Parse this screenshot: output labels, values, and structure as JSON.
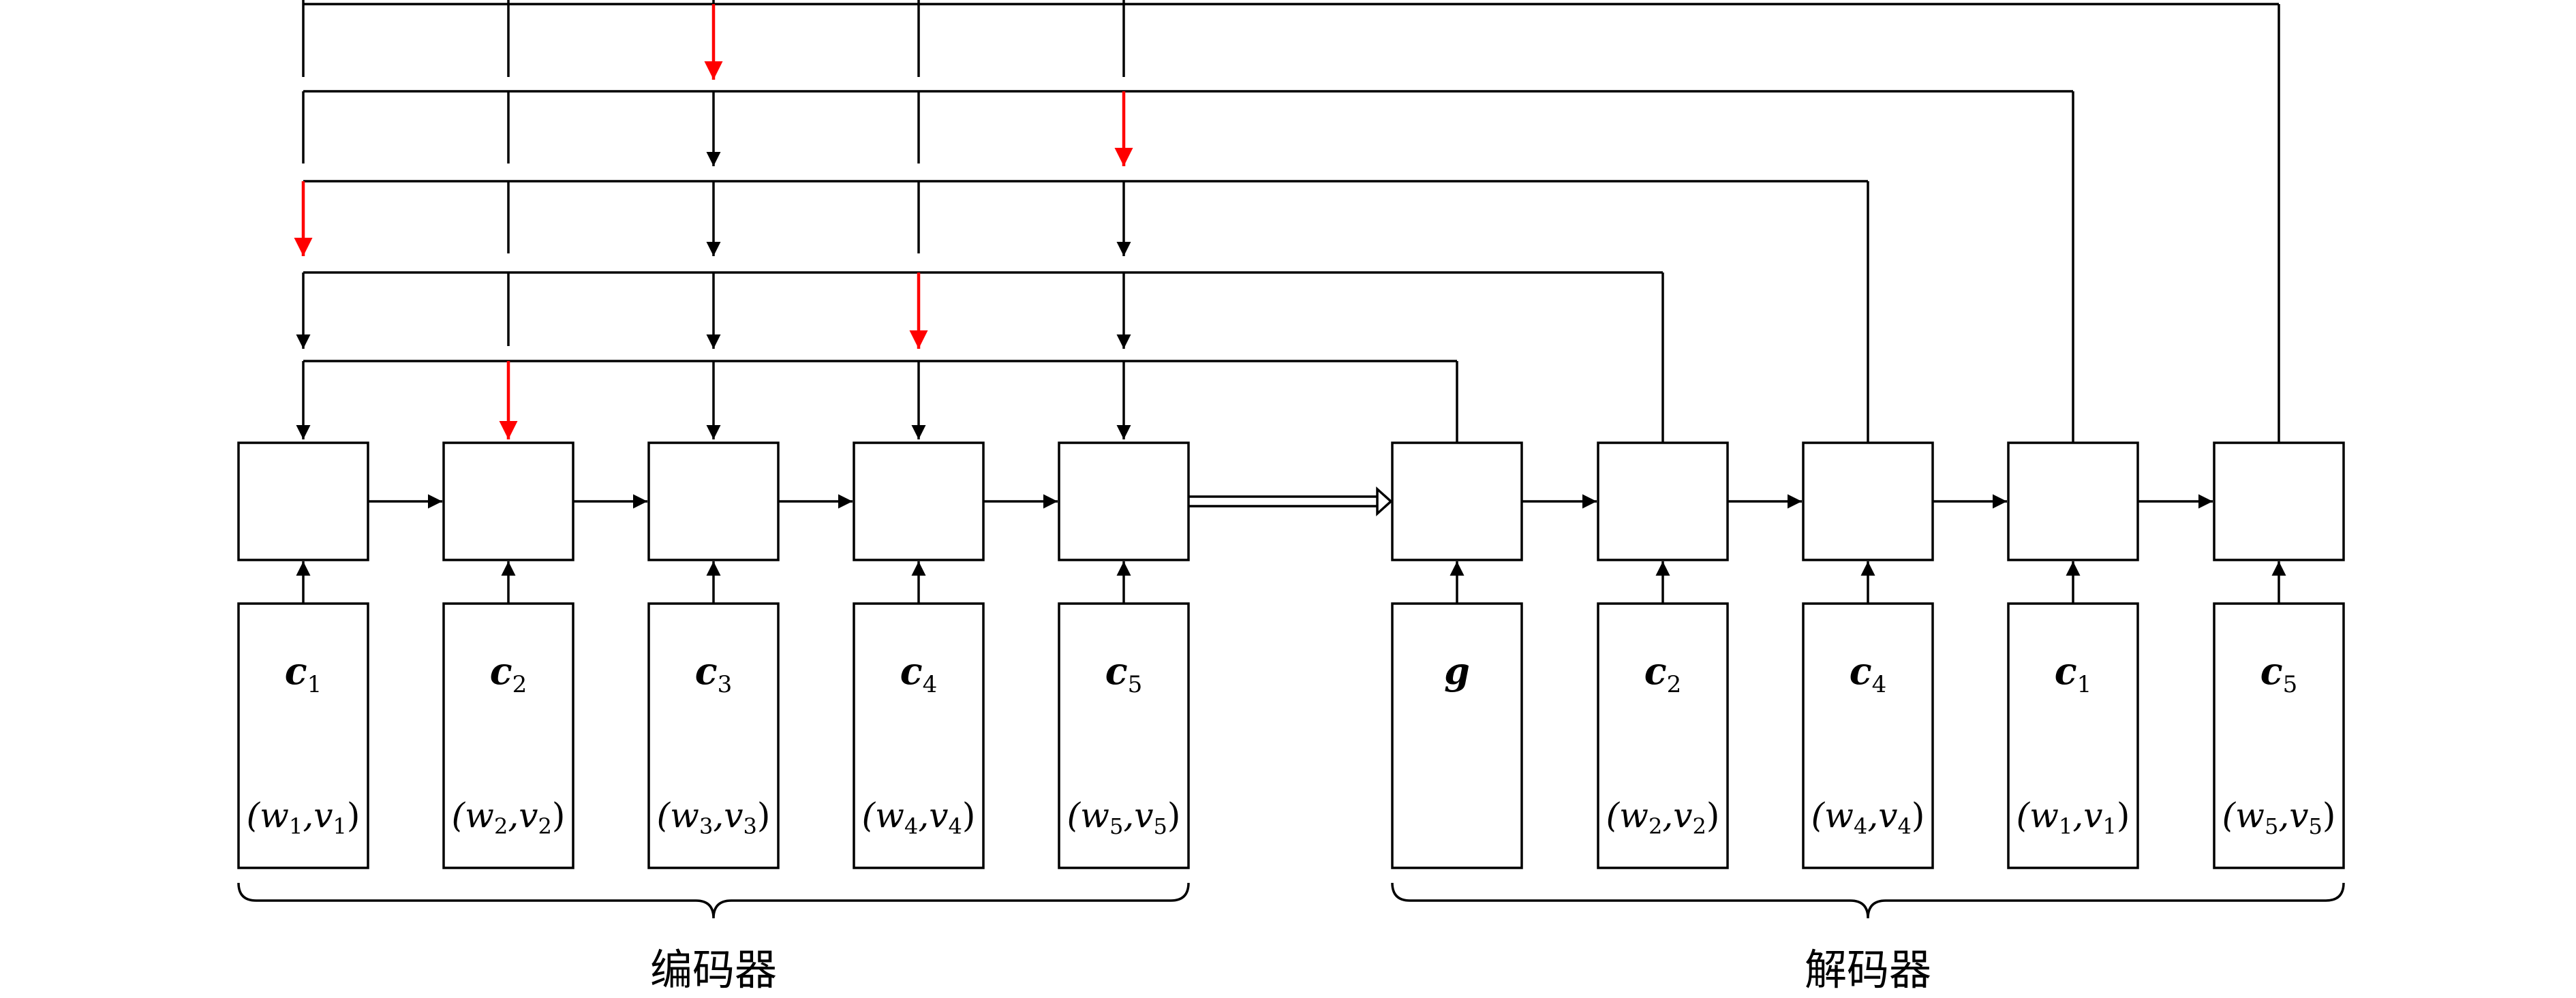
{
  "colors": {
    "line": "#000000",
    "highlight": "#ff0000",
    "background": "#ffffff"
  },
  "encoder": {
    "label": "编码器",
    "inputs": [
      {
        "symbol": "c",
        "subscript": "1",
        "pair": "(w",
        "w_sub": "1",
        "sep": ",v",
        "v_sub": "1",
        "close": ")"
      },
      {
        "symbol": "c",
        "subscript": "2",
        "pair": "(w",
        "w_sub": "2",
        "sep": ",v",
        "v_sub": "2",
        "close": ")"
      },
      {
        "symbol": "c",
        "subscript": "3",
        "pair": "(w",
        "w_sub": "3",
        "sep": ",v",
        "v_sub": "3",
        "close": ")"
      },
      {
        "symbol": "c",
        "subscript": "4",
        "pair": "(w",
        "w_sub": "4",
        "sep": ",v",
        "v_sub": "4",
        "close": ")"
      },
      {
        "symbol": "c",
        "subscript": "5",
        "pair": "(w",
        "w_sub": "5",
        "sep": ",v",
        "v_sub": "5",
        "close": ")"
      }
    ]
  },
  "decoder": {
    "label": "解码器",
    "inputs": [
      {
        "symbol": "g",
        "subscript": "",
        "pair": "",
        "w_sub": "",
        "sep": "",
        "v_sub": "",
        "close": ""
      },
      {
        "symbol": "c",
        "subscript": "2",
        "pair": "(w",
        "w_sub": "2",
        "sep": ",v",
        "v_sub": "2",
        "close": ")"
      },
      {
        "symbol": "c",
        "subscript": "4",
        "pair": "(w",
        "w_sub": "4",
        "sep": ",v",
        "v_sub": "4",
        "close": ")"
      },
      {
        "symbol": "c",
        "subscript": "1",
        "pair": "(w",
        "w_sub": "1",
        "sep": ",v",
        "v_sub": "1",
        "close": ")"
      },
      {
        "symbol": "c",
        "subscript": "5",
        "pair": "(w",
        "w_sub": "5",
        "sep": ",v",
        "v_sub": "5",
        "close": ")"
      }
    ]
  },
  "pointer_rows": [
    {
      "decoder_step": 5,
      "encoder_arrows": [
        "none",
        "none",
        "red",
        "none",
        "none"
      ]
    },
    {
      "decoder_step": 4,
      "encoder_arrows": [
        "none",
        "none",
        "black",
        "none",
        "red"
      ]
    },
    {
      "decoder_step": 3,
      "encoder_arrows": [
        "red",
        "none",
        "black",
        "none",
        "black"
      ]
    },
    {
      "decoder_step": 2,
      "encoder_arrows": [
        "black",
        "none",
        "black",
        "red",
        "black"
      ]
    },
    {
      "decoder_step": 1,
      "encoder_arrows": [
        "black",
        "red",
        "black",
        "black",
        "black"
      ]
    }
  ]
}
